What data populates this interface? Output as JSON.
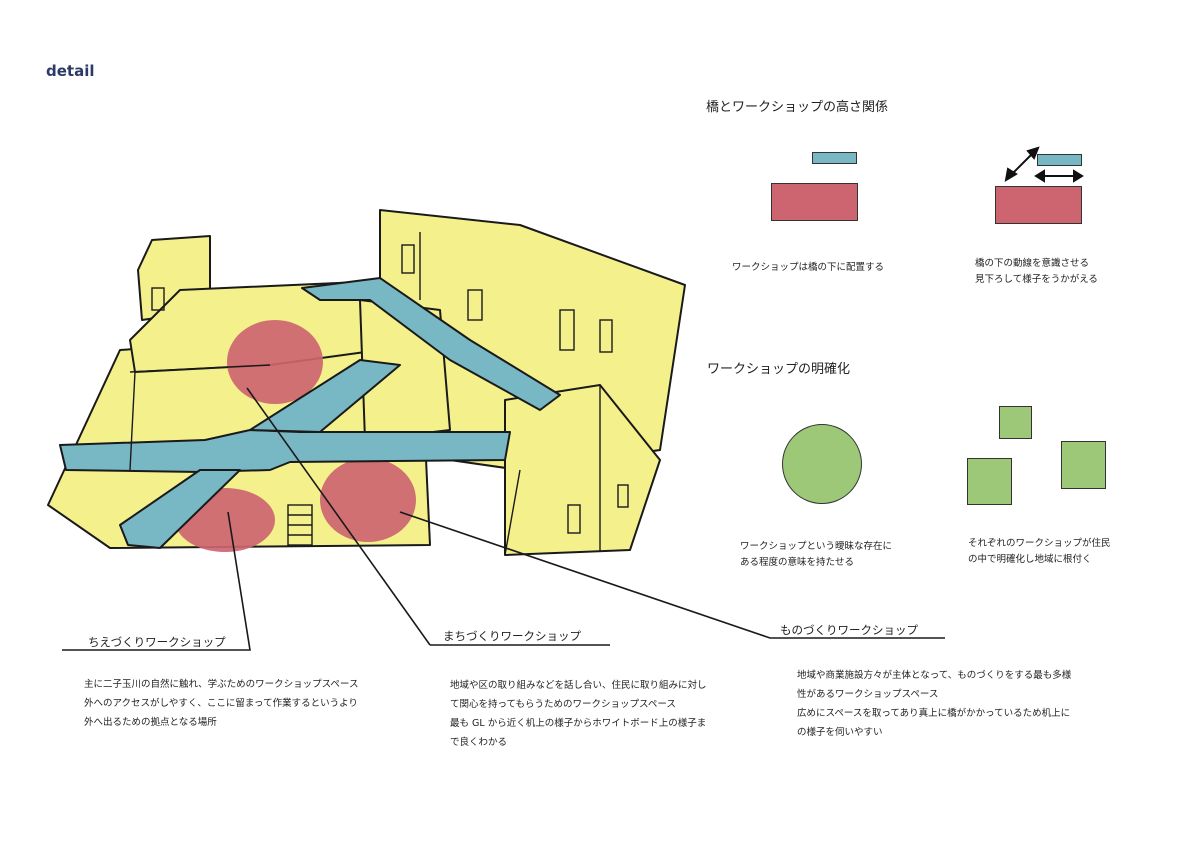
{
  "page": {
    "title": "detail"
  },
  "height_section": {
    "heading": "橋とワークショップの高さ関係",
    "left_caption": "ワークショップは橋の下に配置する",
    "right_caption_line1": "橋の下の動線を意識させる",
    "right_caption_line2": "見下ろして様子をうかがえる"
  },
  "clarify_section": {
    "heading": "ワークショップの明確化",
    "left_caption_line1": "ワークショップという曖昧な存在に",
    "left_caption_line2": "ある程度の意味を持たせる",
    "right_caption_line1": "それぞれのワークショップが住民",
    "right_caption_line2": "の中で明確化し地域に根付く"
  },
  "workshops": [
    {
      "title": "ちえづくりワークショップ",
      "lines": [
        "主に二子玉川の自然に触れ、学ぶためのワークショップスペース",
        "外へのアクセスがしやすく、ここに留まって作業するというより",
        "外へ出るための拠点となる場所"
      ]
    },
    {
      "title": "まちづくりワークショップ",
      "lines": [
        "地域や区の取り組みなどを話し合い、住民に取り組みに対し",
        "て関心を持ってもらうためのワークショップスペース",
        "最も GL から近く机上の様子からホワイトボード上の様子ま",
        "で良くわかる"
      ]
    },
    {
      "title": "ものづくりワークショップ",
      "lines": [
        "地域や商業施設方々が主体となって、ものづくりをする最も多様",
        "性があるワークショップスペース",
        "広めにスペースを取ってあり真上に橋がかかっているため机上に",
        "の様子を伺いやすい"
      ]
    }
  ],
  "colors": {
    "building": "#f4f18d",
    "bridge": "#78b7c4",
    "workshop": "#cc6570",
    "green": "#9dc877",
    "title": "#2e3a66"
  }
}
